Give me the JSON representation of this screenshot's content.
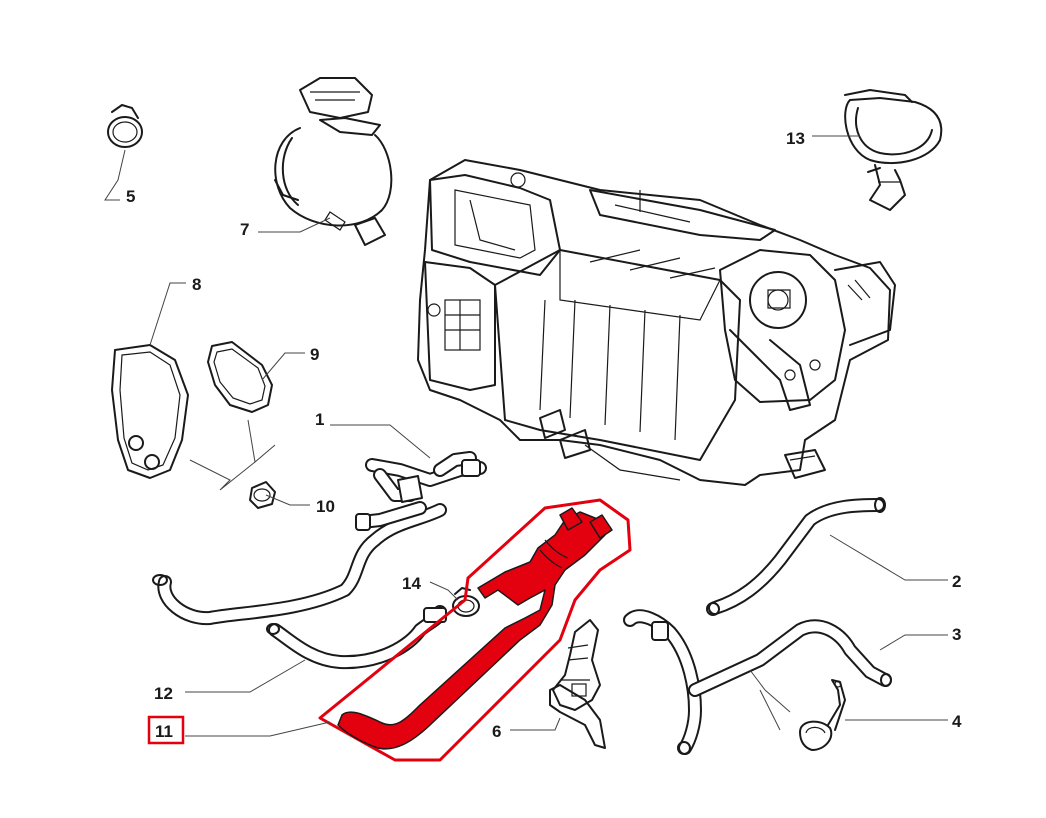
{
  "diagram": {
    "highlight_color": "#e3000f",
    "highlighted_part": "11",
    "labels": {
      "p1": "1",
      "p2": "2",
      "p3": "3",
      "p4": "4",
      "p5": "5",
      "p6": "6",
      "p7": "7",
      "p8": "8",
      "p9": "9",
      "p10": "10",
      "p11": "11",
      "p12": "12",
      "p13": "13",
      "p14": "14"
    }
  }
}
